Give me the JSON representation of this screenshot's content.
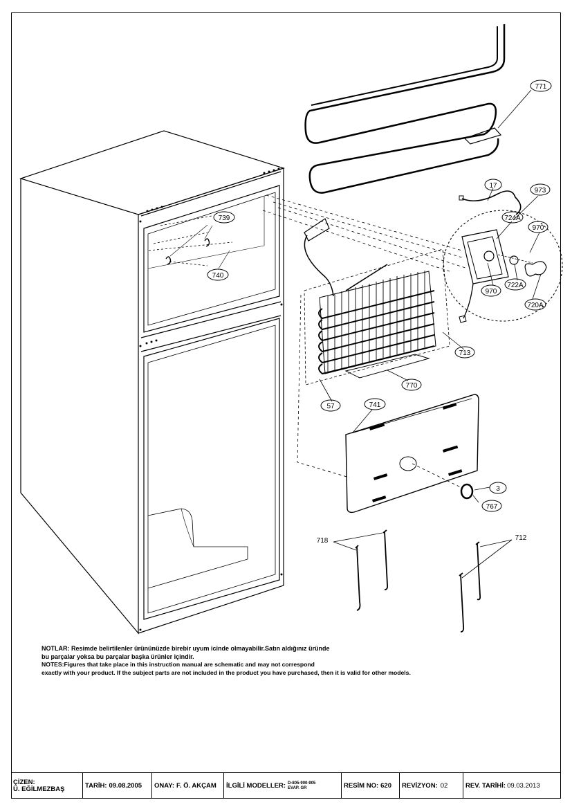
{
  "callouts": {
    "c771": "771",
    "c17": "17",
    "c973": "973",
    "c724a": "724A",
    "c970a": "970",
    "c970b": "970",
    "c722a": "722A",
    "c720a": "720A",
    "c739": "739",
    "c740": "740",
    "c713": "713",
    "c770": "770",
    "c57": "57",
    "c741": "741",
    "c3": "3",
    "c767": "767",
    "c718": "718",
    "c712": "712"
  },
  "notes": {
    "tr_line1": "NOTLAR: Resimde belirtilenler ürününüzde birebir  uyum icinde olmayabilir.Satın aldığınız üründe",
    "tr_line2": "bu parçalar yoksa bu parçalar başka ürünler içindir.",
    "en_line1": "NOTES:Figures that take place in this instruction manual are schematic  and may not correspond",
    "en_line2": "exactly with your product. If the subject parts are not included in the product you have purchased, then it is valid for other models."
  },
  "title_block": {
    "drawn_label": "ÇİZEN:",
    "drawn_value": "Ü. EĞİLMEZBAŞ",
    "date_label": "TARİH:",
    "date_value": "09.08.2005",
    "approval_label": "ONAY:",
    "approval_value": "F. Ö. AKÇAM",
    "models_label": "İLGİLİ MODELLER:",
    "models_value_1": "D-805-900-905",
    "models_value_2": "EVAP. GR",
    "drawing_no_label": "RESİM NO:",
    "drawing_no_value": "620",
    "revision_label": "REVİZYON:",
    "revision_value": "02",
    "rev_date_label": "REV. TARİHİ:",
    "rev_date_value": "09.03.2013"
  }
}
